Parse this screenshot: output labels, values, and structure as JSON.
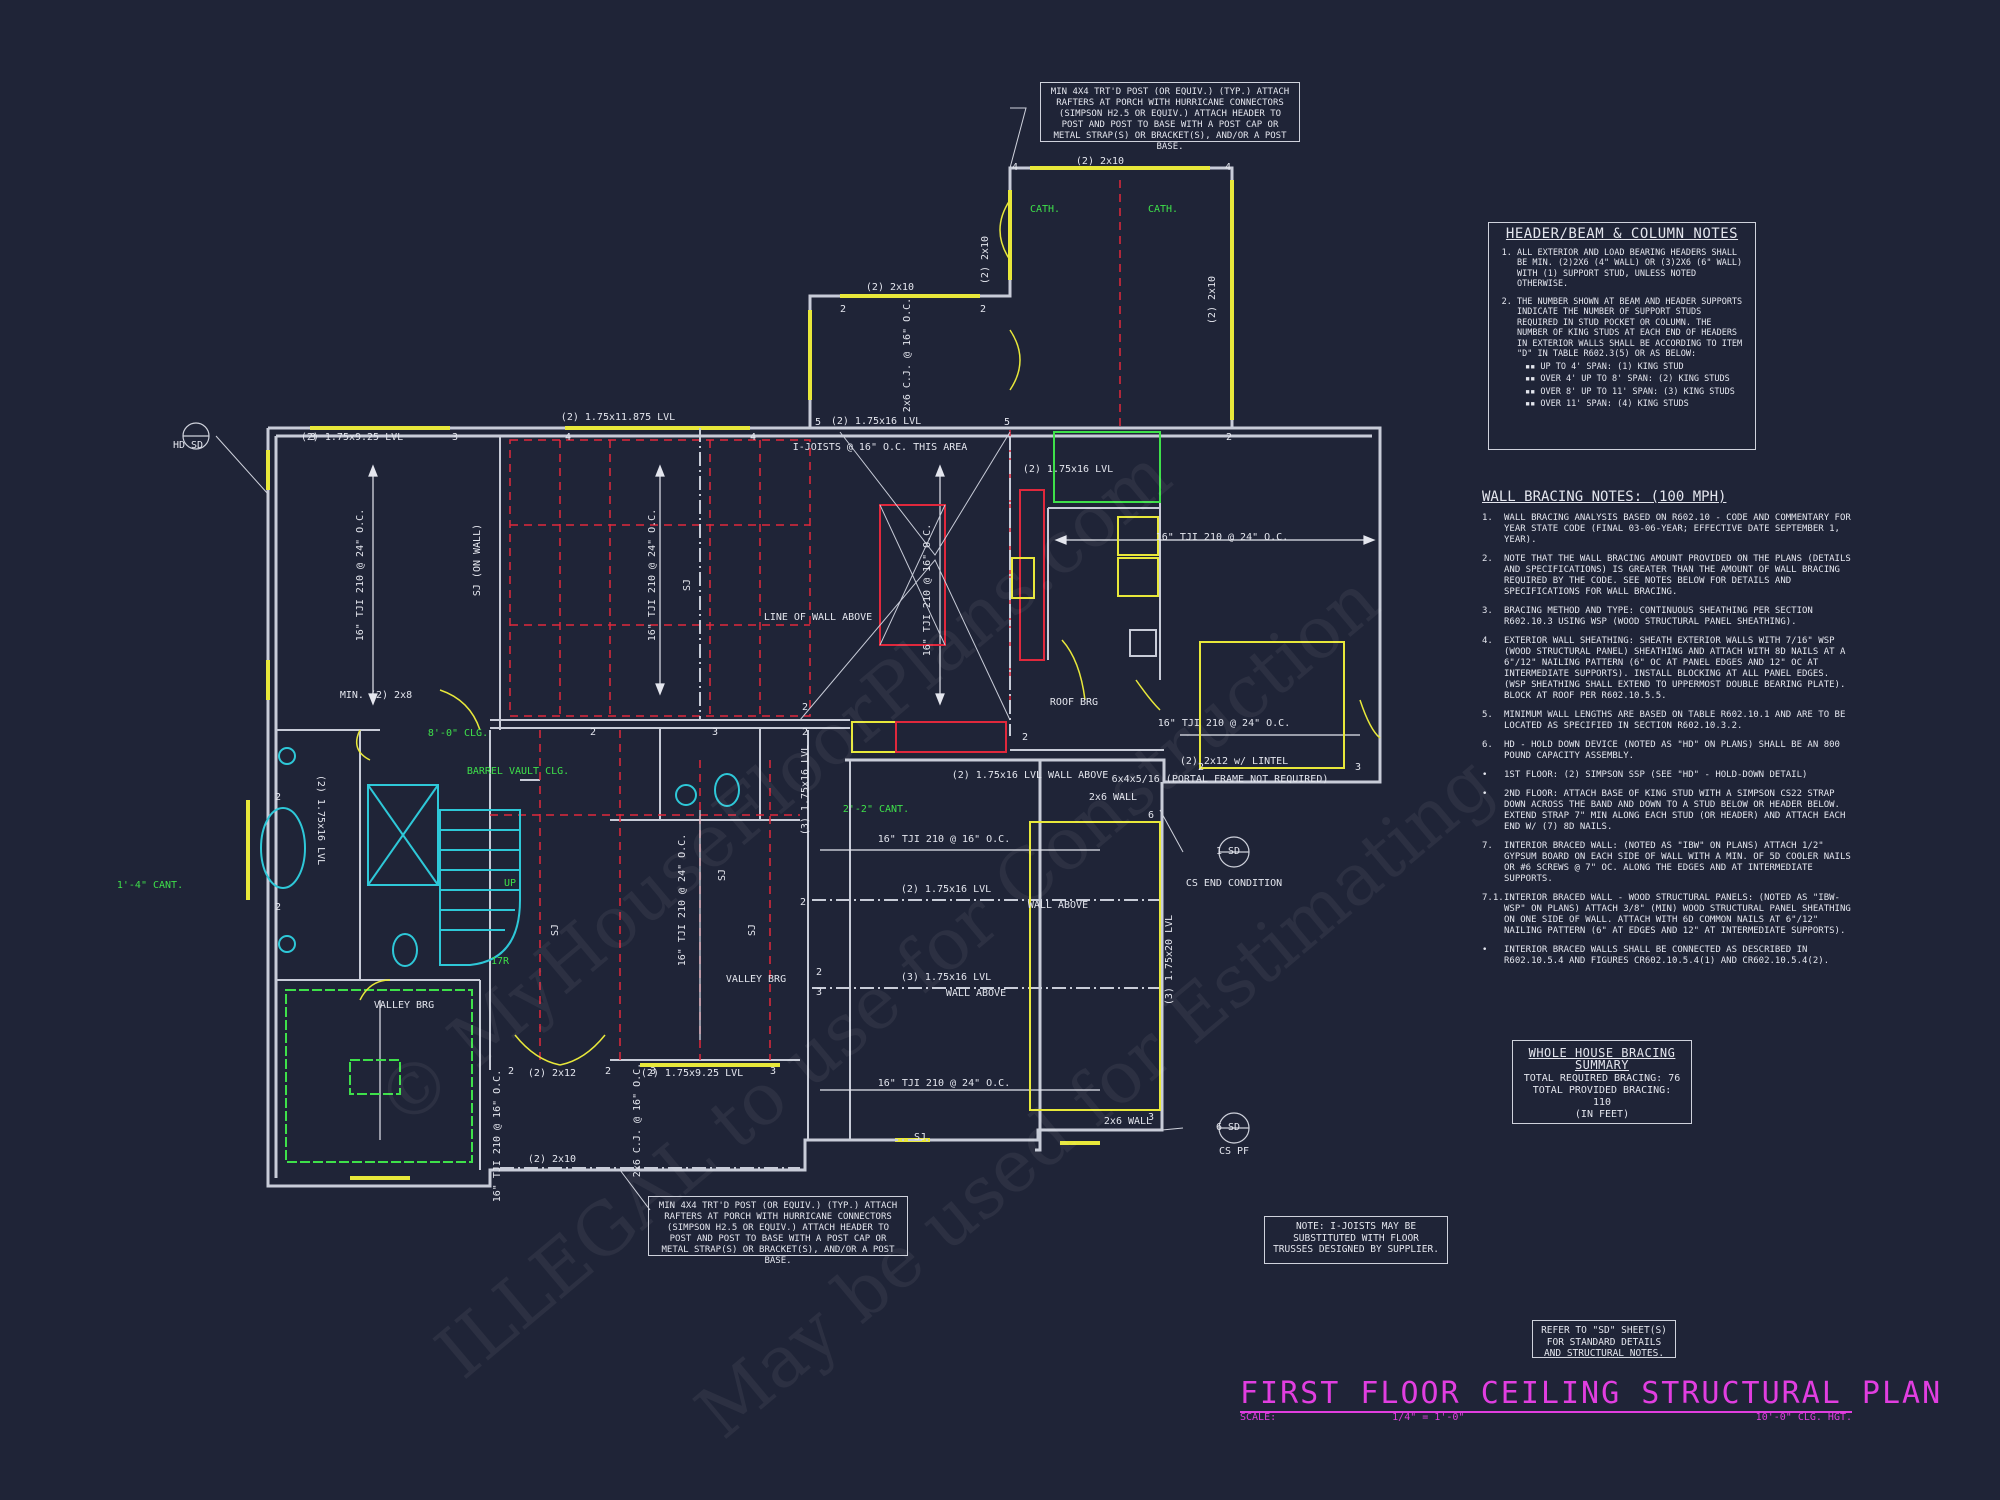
{
  "plan_title": "FIRST FLOOR CEILING STRUCTURAL PLAN",
  "scale_label": "SCALE:",
  "scale_value": "1/4\" = 1'-0\"",
  "ceiling_height": "10'-0\" CLG. HGT.",
  "watermarks": [
    "© MyHouseFloorPlans.com",
    "ILLEGAL to use for Construction",
    "May be used for Estimating"
  ],
  "colors": {
    "background": "#1f2437",
    "walls": "#c8ccd8",
    "openings": "#e8e83a",
    "joist_red": "#e0283c",
    "green_text": "#3ee04a",
    "title_magenta": "#e13ee0",
    "cyan": "#2ec8d8"
  },
  "header_notes": {
    "title": "HEADER/BEAM & COLUMN NOTES",
    "items": [
      "ALL EXTERIOR AND LOAD BEARING HEADERS SHALL BE MIN. (2)2x6 (4\" WALL) OR (3)2x6 (6\" WALL) WITH (1) SUPPORT STUD, UNLESS NOTED OTHERWISE.",
      "THE NUMBER SHOWN AT BEAM AND HEADER SUPPORTS INDICATE THE NUMBER OF SUPPORT STUDS REQUIRED IN STUD POCKET OR COLUMN. THE NUMBER OF KING STUDS AT EACH END OF HEADERS IN EXTERIOR WALLS SHALL BE ACCORDING TO ITEM \"d\" IN TABLE R602.3(5) OR AS BELOW:"
    ],
    "sub_items": [
      "UP TO 4' SPAN: (1) KING STUD",
      "OVER 4' UP TO 8' SPAN: (2) KING STUDS",
      "OVER 8' UP TO 11' SPAN: (3) KING STUDS",
      "OVER 11' SPAN: (4) KING STUDS"
    ]
  },
  "bracing_notes": {
    "title": "WALL BRACING NOTES: (100 MPH)",
    "items": [
      {
        "num": "1.",
        "text": "WALL BRACING ANALYSIS BASED ON R602.10 - CODE AND COMMENTARY FOR YEAR STATE CODE (FINAL 03-06-YEAR; EFFECTIVE DATE SEPTEMBER 1, YEAR)."
      },
      {
        "num": "2.",
        "text": "NOTE THAT THE WALL BRACING AMOUNT PROVIDED ON THE PLANS (DETAILS AND SPECIFICATIONS) IS GREATER THAN THE AMOUNT OF WALL BRACING REQUIRED BY THE CODE. SEE NOTES BELOW FOR DETAILS AND SPECIFICATIONS FOR WALL BRACING."
      },
      {
        "num": "3.",
        "text": "BRACING METHOD AND TYPE: CONTINUOUS SHEATHING PER SECTION R602.10.3 USING WSP (WOOD STRUCTURAL PANEL SHEATHING)."
      },
      {
        "num": "4.",
        "text": "EXTERIOR WALL SHEATHING: SHEATH EXTERIOR WALLS WITH 7/16\" WSP (WOOD STRUCTURAL PANEL) SHEATHING AND ATTACH WITH 8d NAILS AT A 6\"/12\" NAILING PATTERN (6\" OC AT PANEL EDGES AND 12\" OC AT INTERMEDIATE SUPPORTS). INSTALL BLOCKING AT ALL PANEL EDGES. (WSP SHEATHING SHALL EXTEND TO UPPERMOST DOUBLE BEARING PLATE). BLOCK AT ROOF PER R602.10.5.5."
      },
      {
        "num": "5.",
        "text": "MINIMUM WALL LENGTHS ARE BASED ON TABLE R602.10.1 AND ARE TO BE LOCATED AS SPECIFIED IN SECTION R602.10.3.2."
      },
      {
        "num": "6.",
        "text": "HD - HOLD DOWN DEVICE (NOTED AS \"HD\" ON PLANS) SHALL BE AN 800 POUND CAPACITY ASSEMBLY."
      },
      {
        "num": "•",
        "text": "1ST FLOOR: (2) SIMPSON SSP (SEE \"HD\" - HOLD-DOWN DETAIL)"
      },
      {
        "num": "•",
        "text": "2ND FLOOR: ATTACH BASE OF KING STUD WITH A SIMPSON CS22 STRAP DOWN ACROSS THE BAND AND DOWN TO A STUD BELOW OR HEADER BELOW. EXTEND STRAP 7\" MIN ALONG EACH STUD (OR HEADER) AND ATTACH EACH END W/ (7) 8d NAILS."
      },
      {
        "num": "7.",
        "text": "INTERIOR BRACED WALL: (NOTED AS \"IBW\" ON PLANS) ATTACH 1/2\" GYPSUM BOARD ON EACH SIDE OF WALL WITH A MIN. OF 5d COOLER NAILS OR #6 SCREWS @ 7\" OC. ALONG THE EDGES AND AT INTERMEDIATE SUPPORTS."
      },
      {
        "num": "7.1.",
        "text": "INTERIOR BRACED WALL - WOOD STRUCTURAL PANELS: (NOTED AS \"IBW-WSP\" ON PLANS) ATTACH 3/8\" (MIN) WOOD STRUCTURAL PANEL SHEATHING ON ONE SIDE OF WALL. ATTACH WITH 6d COMMON NAILS AT 6\"/12\" NAILING PATTERN (6\" AT EDGES AND 12\" AT INTERMEDIATE SUPPORTS)."
      },
      {
        "num": "•",
        "text": "INTERIOR BRACED WALLS SHALL BE CONNECTED AS DESCRIBED IN R602.10.5.4 AND FIGURES CR602.10.5.4(1) AND CR602.10.5.4(2)."
      }
    ]
  },
  "bracing_summary": {
    "title": "WHOLE HOUSE BRACING SUMMARY",
    "lines": [
      "TOTAL REQUIRED BRACING: 76",
      "TOTAL PROVIDED BRACING: 110",
      "(IN FEET)"
    ]
  },
  "note_ijoists": "NOTE: I-JOISTS MAY BE SUBSTITUTED WITH FLOOR TRUSSES DESIGNED BY SUPPLIER.",
  "note_refer_sd": "REFER TO \"SD\" SHEET(S) FOR STANDARD DETAILS AND STRUCTURAL NOTES.",
  "porch_callout": "MIN 4x4 TRT'D POST (OR EQUIV.) (TYP.) ATTACH RAFTERS AT PORCH WITH HURRICANE CONNECTORS (SIMPSON H2.5 OR EQUIV.) ATTACH HEADER TO POST AND POST TO BASE WITH A POST CAP OR METAL STRAP(S) OR BRACKET(S), AND/OR A POST BASE.",
  "plan_labels": [
    {
      "t": "(2) 2x10",
      "c": "w"
    },
    {
      "t": "CATH.",
      "c": "g"
    },
    {
      "t": "CATH.",
      "c": "g"
    },
    {
      "t": "(2) 2x10",
      "c": "w"
    },
    {
      "t": "(2) 2x10",
      "c": "w"
    },
    {
      "t": "(2) 2x10",
      "c": "w"
    },
    {
      "t": "2x6 C.J. @ 16\" O.C.",
      "c": "w"
    },
    {
      "t": "(2) 1.75x9.25 LVL",
      "c": "w"
    },
    {
      "t": "(2) 1.75x11.875 LVL",
      "c": "w"
    },
    {
      "t": "(2) 1.75x16 LVL",
      "c": "w"
    },
    {
      "t": "I-JOISTS @ 16\" O.C. THIS AREA",
      "c": "w"
    },
    {
      "t": "(2) 1.75x16 LVL",
      "c": "w"
    },
    {
      "t": "16\" TJI 210 @ 24\" O.C.",
      "c": "w"
    },
    {
      "t": "SJ (ON WALL)",
      "c": "w"
    },
    {
      "t": "16\" TJI 210 @ 24\" O.C.",
      "c": "w"
    },
    {
      "t": "SJ",
      "c": "w"
    },
    {
      "t": "16\" TJI 210 @ 16\" O.C.",
      "c": "w"
    },
    {
      "t": "LINE OF WALL ABOVE",
      "c": "w"
    },
    {
      "t": "16\" TJI 210 @ 24\" O.C.",
      "c": "w"
    },
    {
      "t": "HD SD",
      "c": "w"
    },
    {
      "t": "MIN. (2) 2x8",
      "c": "w"
    },
    {
      "t": "8'-0\" CLG.",
      "c": "g"
    },
    {
      "t": "BARREL VAULT CLG.",
      "c": "g"
    },
    {
      "t": "ROOF BRG",
      "c": "w"
    },
    {
      "t": "16\" TJI 210 @ 24\" O.C.",
      "c": "w"
    },
    {
      "t": "(2) 2x12 w/ LINTEL",
      "c": "w"
    },
    {
      "t": "6x4x5/16 (PORTAL FRAME NOT REQUIRED)",
      "c": "w"
    },
    {
      "t": "(2) 1.75x16 LVL WALL ABOVE",
      "c": "w"
    },
    {
      "t": "2x6 WALL",
      "c": "w"
    },
    {
      "t": "2'-2\" CANT.",
      "c": "g"
    },
    {
      "t": "(3) 1.75x16 LVL",
      "c": "w"
    },
    {
      "t": "1'-4\" CANT.",
      "c": "g"
    },
    {
      "t": "(2) 1.75x16 LVL",
      "c": "w"
    },
    {
      "t": "16\" TJI 210 @ 16\" O.C.",
      "c": "w"
    },
    {
      "t": "(2) 1.75x16 LVL",
      "c": "w"
    },
    {
      "t": "WALL ABOVE",
      "c": "w"
    },
    {
      "t": "(3) 1.75x16 LVL",
      "c": "w"
    },
    {
      "t": "WALL ABOVE",
      "c": "w"
    },
    {
      "t": "16\" TJI 210 @ 24\" O.C.",
      "c": "w"
    },
    {
      "t": "SJ",
      "c": "w"
    },
    {
      "t": "SJ",
      "c": "w"
    },
    {
      "t": "VALLEY BRG",
      "c": "w"
    },
    {
      "t": "(3) 1.75x20 LVL",
      "c": "w"
    },
    {
      "t": "1 SD",
      "c": "w"
    },
    {
      "t": "CS END CONDITION",
      "c": "w"
    },
    {
      "t": "16\" TJI 210 @ 24\" O.C.",
      "c": "w"
    },
    {
      "t": "VALLEY BRG",
      "c": "w"
    },
    {
      "t": "(2) 2x12",
      "c": "w"
    },
    {
      "t": "(2) 1.75x9.25 LVL",
      "c": "w"
    },
    {
      "t": "2x6 C.J. @ 16\" O.C.",
      "c": "w"
    },
    {
      "t": "16\" TJI 210 @ 16\" O.C.",
      "c": "w"
    },
    {
      "t": "SJ",
      "c": "w"
    },
    {
      "t": "2x6 WALL",
      "c": "w"
    },
    {
      "t": "6 SD",
      "c": "w"
    },
    {
      "t": "CS PF",
      "c": "w"
    },
    {
      "t": "(2) 2x10",
      "c": "w"
    },
    {
      "t": "UP",
      "c": "g"
    },
    {
      "t": "17R",
      "c": "g"
    },
    {
      "t": "SJ",
      "c": "w"
    }
  ]
}
